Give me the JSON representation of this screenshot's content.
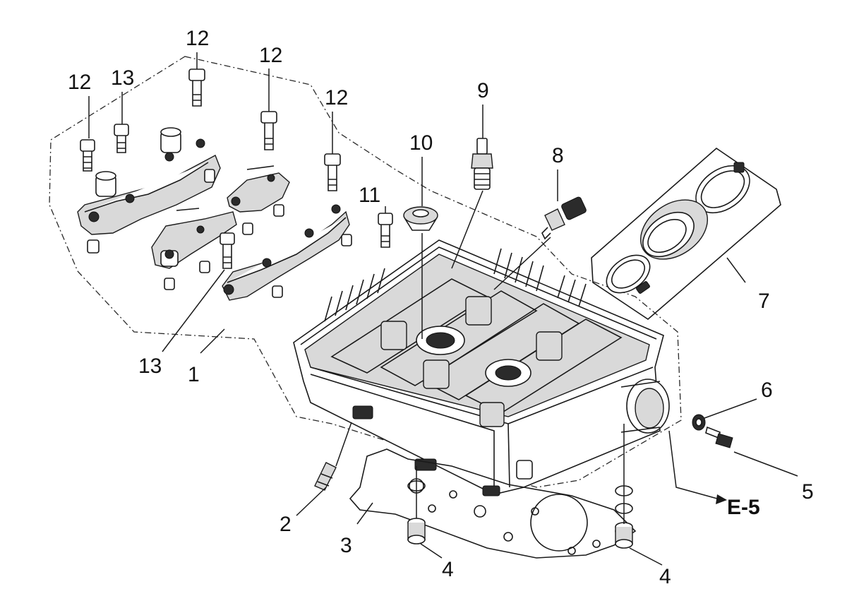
{
  "diagram": {
    "callouts": {
      "c1": "1",
      "c2": "2",
      "c3": "3",
      "c4a": "4",
      "c4b": "4",
      "c5": "5",
      "c6": "6",
      "c7": "7",
      "c8": "8",
      "c9": "9",
      "c10": "10",
      "c11": "11",
      "c12a": "12",
      "c12b": "12",
      "c12c": "12",
      "c12d": "12",
      "c13a": "13",
      "c13b": "13"
    },
    "reference": "E-5",
    "parts": [
      {
        "id": "cylinder-head",
        "callout": "1"
      },
      {
        "id": "dowel-pin",
        "callout": "2"
      },
      {
        "id": "head-gasket",
        "callout": "3"
      },
      {
        "id": "locating-dowel",
        "callout": "4"
      },
      {
        "id": "bolt",
        "callout": "5"
      },
      {
        "id": "washer",
        "callout": "6"
      },
      {
        "id": "intake-manifold-with-clamps",
        "callout": "7"
      },
      {
        "id": "temperature-sensor",
        "callout": "8"
      },
      {
        "id": "spark-plug",
        "callout": "9"
      },
      {
        "id": "spark-plug-seal",
        "callout": "10"
      },
      {
        "id": "cap-bolt",
        "callout": "11"
      },
      {
        "id": "camshaft-cap-bolt",
        "callout": "12"
      },
      {
        "id": "camshaft-holder-bolt",
        "callout": "13"
      }
    ],
    "colors": {
      "ink": "#1a1a1a",
      "background": "#ffffff",
      "shade": "#d9d9d9"
    }
  }
}
